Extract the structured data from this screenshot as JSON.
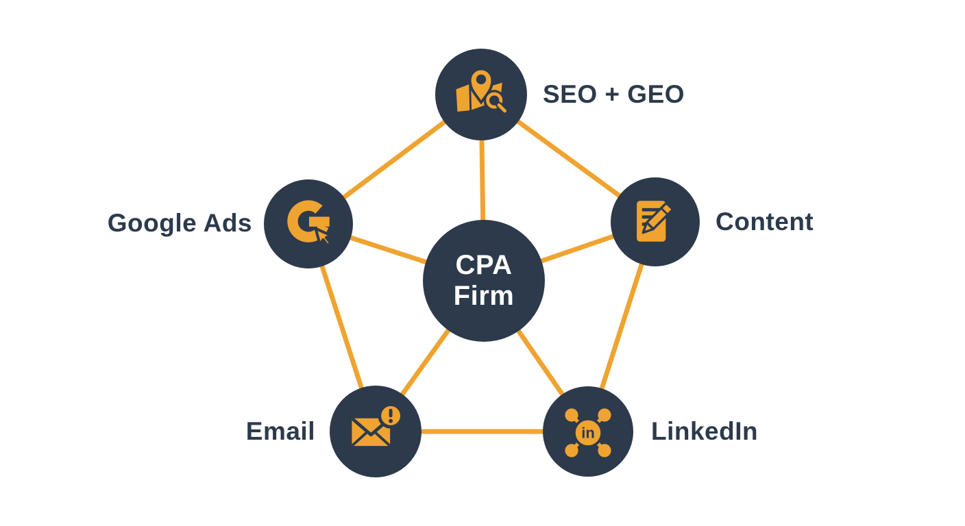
{
  "diagram": {
    "center": {
      "id": "cpa-firm",
      "line1": "CPA",
      "line2": "Firm"
    },
    "nodes": [
      {
        "id": "seo-geo",
        "label": "SEO + GEO",
        "icon": "map-pin-search-icon"
      },
      {
        "id": "google-ads",
        "label": "Google Ads",
        "icon": "google-g-cursor-icon"
      },
      {
        "id": "content",
        "label": "Content",
        "icon": "document-pencil-icon"
      },
      {
        "id": "email",
        "label": "Email",
        "icon": "envelope-alert-icon"
      },
      {
        "id": "linkedin",
        "label": "LinkedIn",
        "icon": "linkedin-network-icon",
        "icon_text": "in"
      }
    ],
    "connections": [
      [
        "cpa-firm",
        "seo-geo"
      ],
      [
        "cpa-firm",
        "google-ads"
      ],
      [
        "cpa-firm",
        "content"
      ],
      [
        "cpa-firm",
        "email"
      ],
      [
        "cpa-firm",
        "linkedin"
      ],
      [
        "seo-geo",
        "google-ads"
      ],
      [
        "seo-geo",
        "content"
      ],
      [
        "google-ads",
        "email"
      ],
      [
        "content",
        "linkedin"
      ],
      [
        "email",
        "linkedin"
      ]
    ],
    "colors": {
      "background": "#ffffff",
      "node_fill": "#2d3a4b",
      "accent_orange": "#efa431",
      "label_text": "#2c3a4c",
      "center_text": "#ffffff"
    }
  }
}
